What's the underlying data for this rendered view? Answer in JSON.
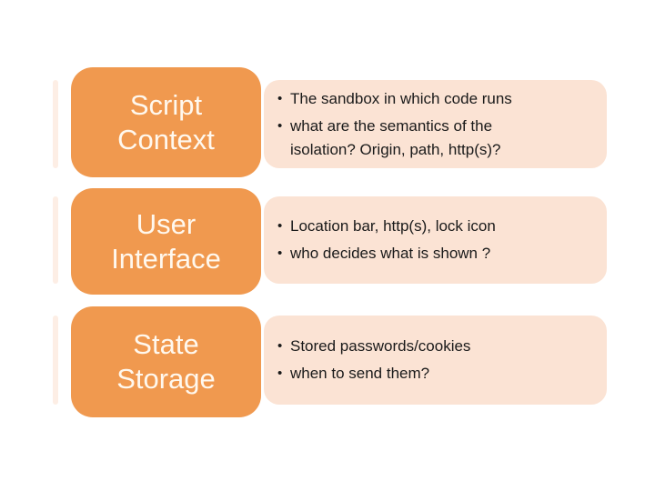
{
  "colors": {
    "background": "#ffffff",
    "orange": "#F0994F",
    "pink": "#FBE3D4",
    "title_text": "#FFF8EE",
    "body_text": "#1A1A1A"
  },
  "ui": {
    "bullet_char": "•"
  },
  "rows": [
    {
      "id": "script-context",
      "title_line1": "Script",
      "title_line2": "Context",
      "bullets": [
        "The sandbox in which code runs",
        "what are the semantics of  the\nisolation? Origin, path, http(s)?"
      ]
    },
    {
      "id": "user-interface",
      "title_line1": "User",
      "title_line2": "Interface",
      "bullets": [
        "Location bar, http(s), lock icon",
        "who decides what is shown ?"
      ]
    },
    {
      "id": "state-storage",
      "title_line1": "State",
      "title_line2": "Storage",
      "bullets": [
        "Stored passwords/cookies",
        "when to send them?"
      ]
    }
  ]
}
